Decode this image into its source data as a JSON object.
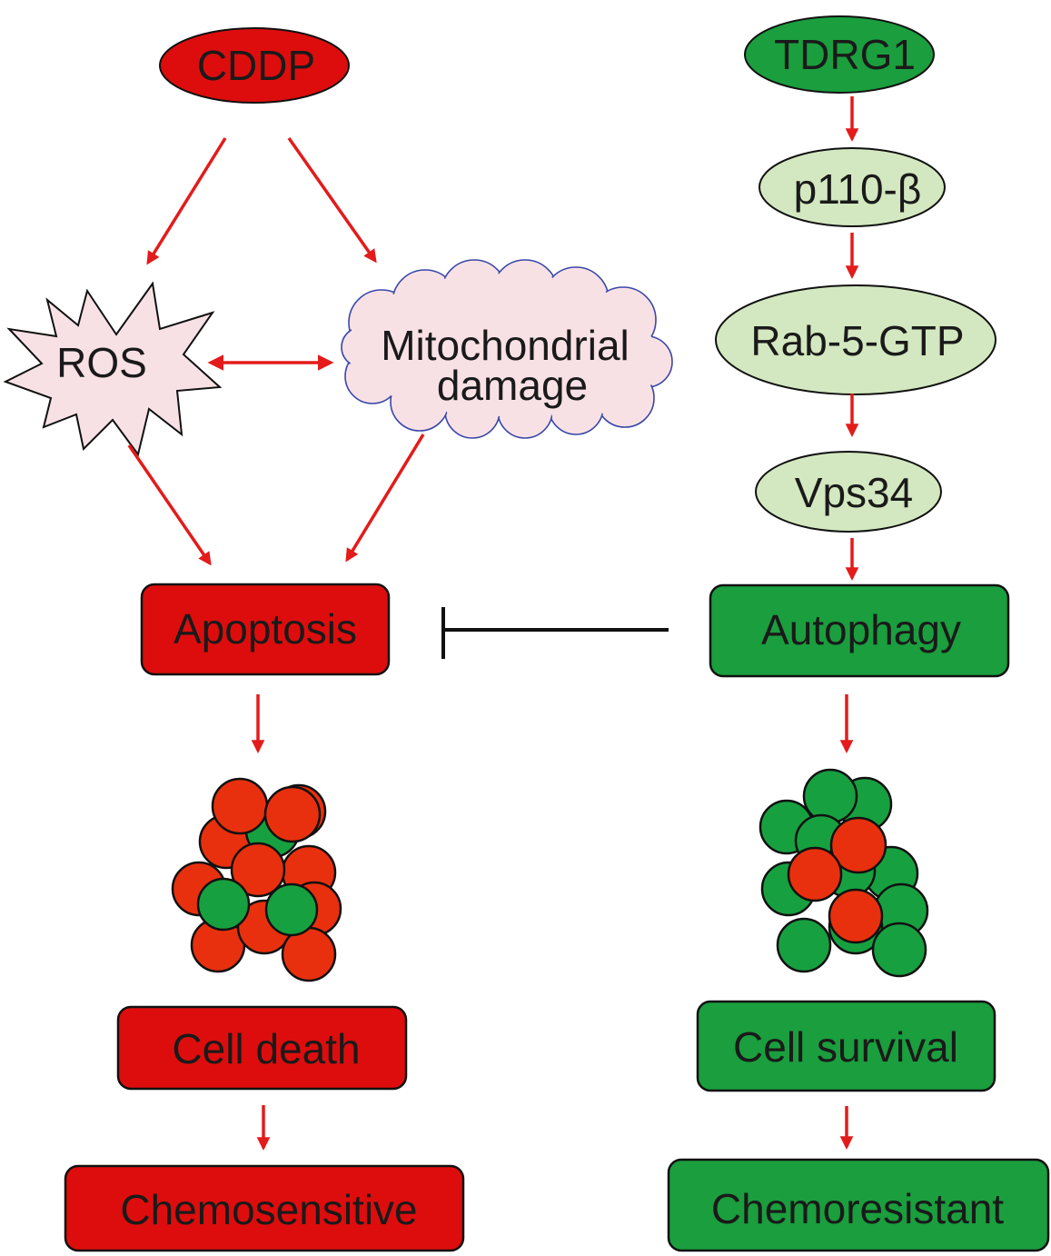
{
  "colors": {
    "red": "#dd0d0d",
    "green": "#1a9e3e",
    "light_green": "#d3e8c0",
    "pink": "#f8e1e5",
    "cell_red": "#e8300e",
    "cell_green": "#17a040",
    "arrow": "#e31b1b"
  },
  "left": {
    "cddp": "CDDP",
    "ros": "ROS",
    "mito_line1": "Mitochondrial",
    "mito_line2": "damage",
    "apoptosis": "Apoptosis",
    "cell_death": "Cell death",
    "chemosensitive": "Chemosensitive"
  },
  "right": {
    "tdrg1": "TDRG1",
    "p110": "p110-β",
    "rab5": "Rab-5-GTP",
    "vps34": "Vps34",
    "autophagy": "Autophagy",
    "cell_survival": "Cell survival",
    "chemoresistant": "Chemoresistant"
  }
}
